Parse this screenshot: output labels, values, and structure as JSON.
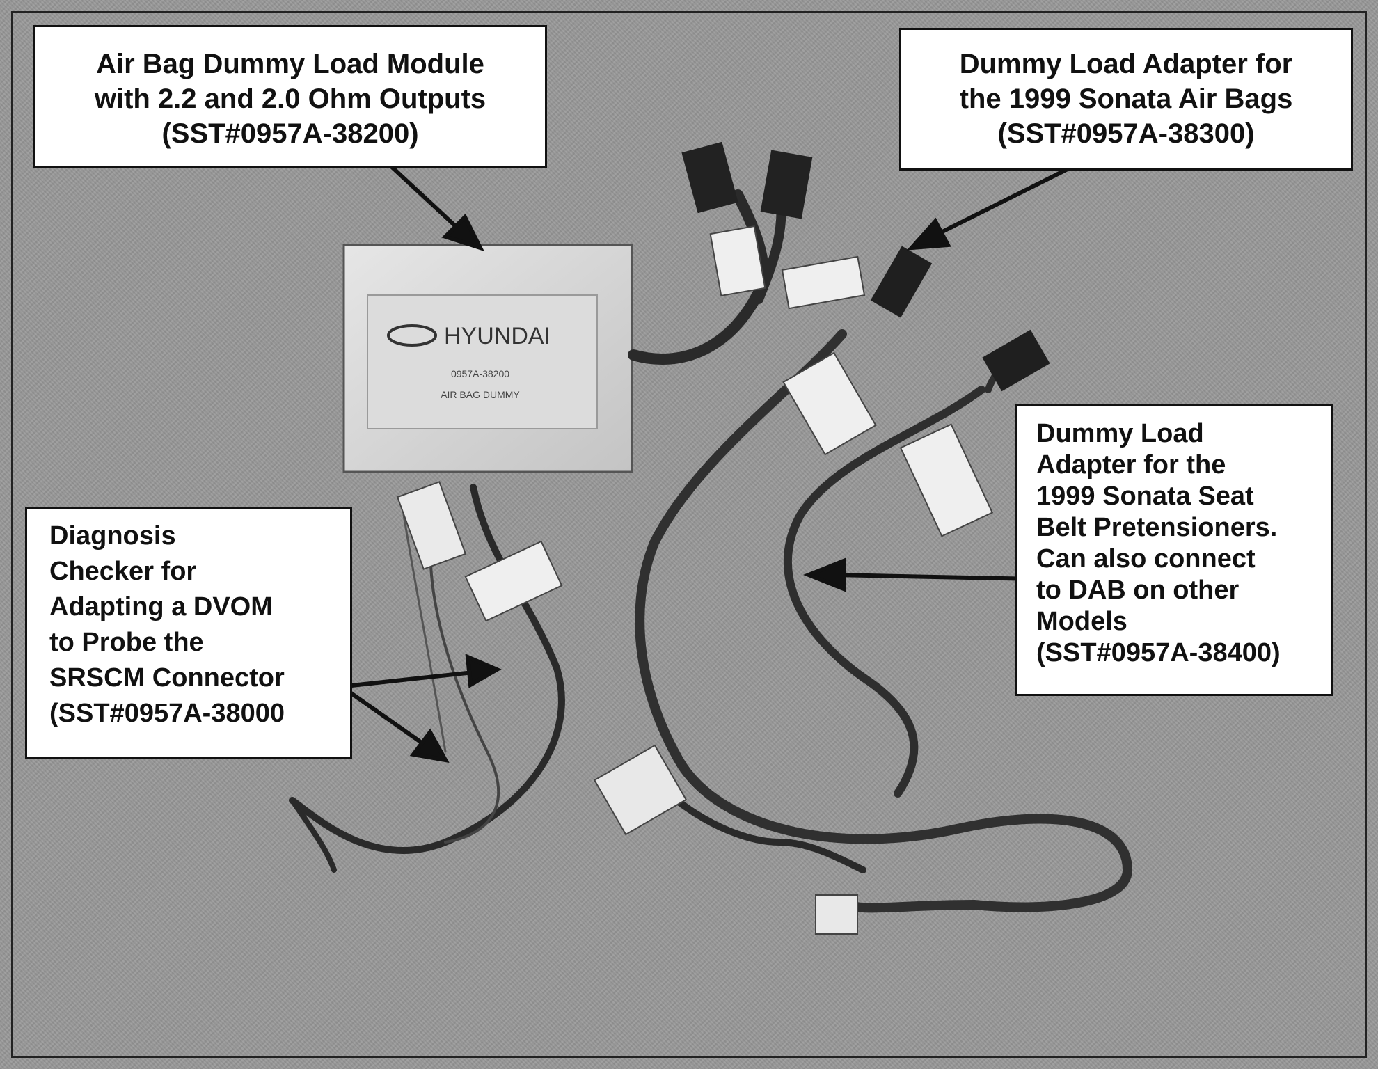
{
  "callouts": {
    "module": {
      "lines": [
        "Air Bag Dummy Load Module",
        "with 2.2 and 2.0 Ohm Outputs",
        "(SST#0957A-38200)"
      ]
    },
    "airbags": {
      "lines": [
        "Dummy Load Adapter for",
        "the 1999 Sonata Air Bags",
        "(SST#0957A-38300)"
      ]
    },
    "diagnosis": {
      "lines": [
        "Diagnosis",
        "Checker for",
        "Adapting a DVOM",
        "to Probe the",
        "SRSCM Connector",
        "(SST#0957A-38000"
      ]
    },
    "seatbelt": {
      "lines": [
        "Dummy Load",
        "Adapter for the",
        "1999 Sonata Seat",
        "Belt Pretensioners.",
        "Can also connect",
        "to DAB on other",
        "Models",
        "(SST#0957A-38400)"
      ]
    }
  },
  "module_label": {
    "brand": "HYUNDAI",
    "part": "0957A-38200",
    "name": "AIR BAG DUMMY"
  }
}
